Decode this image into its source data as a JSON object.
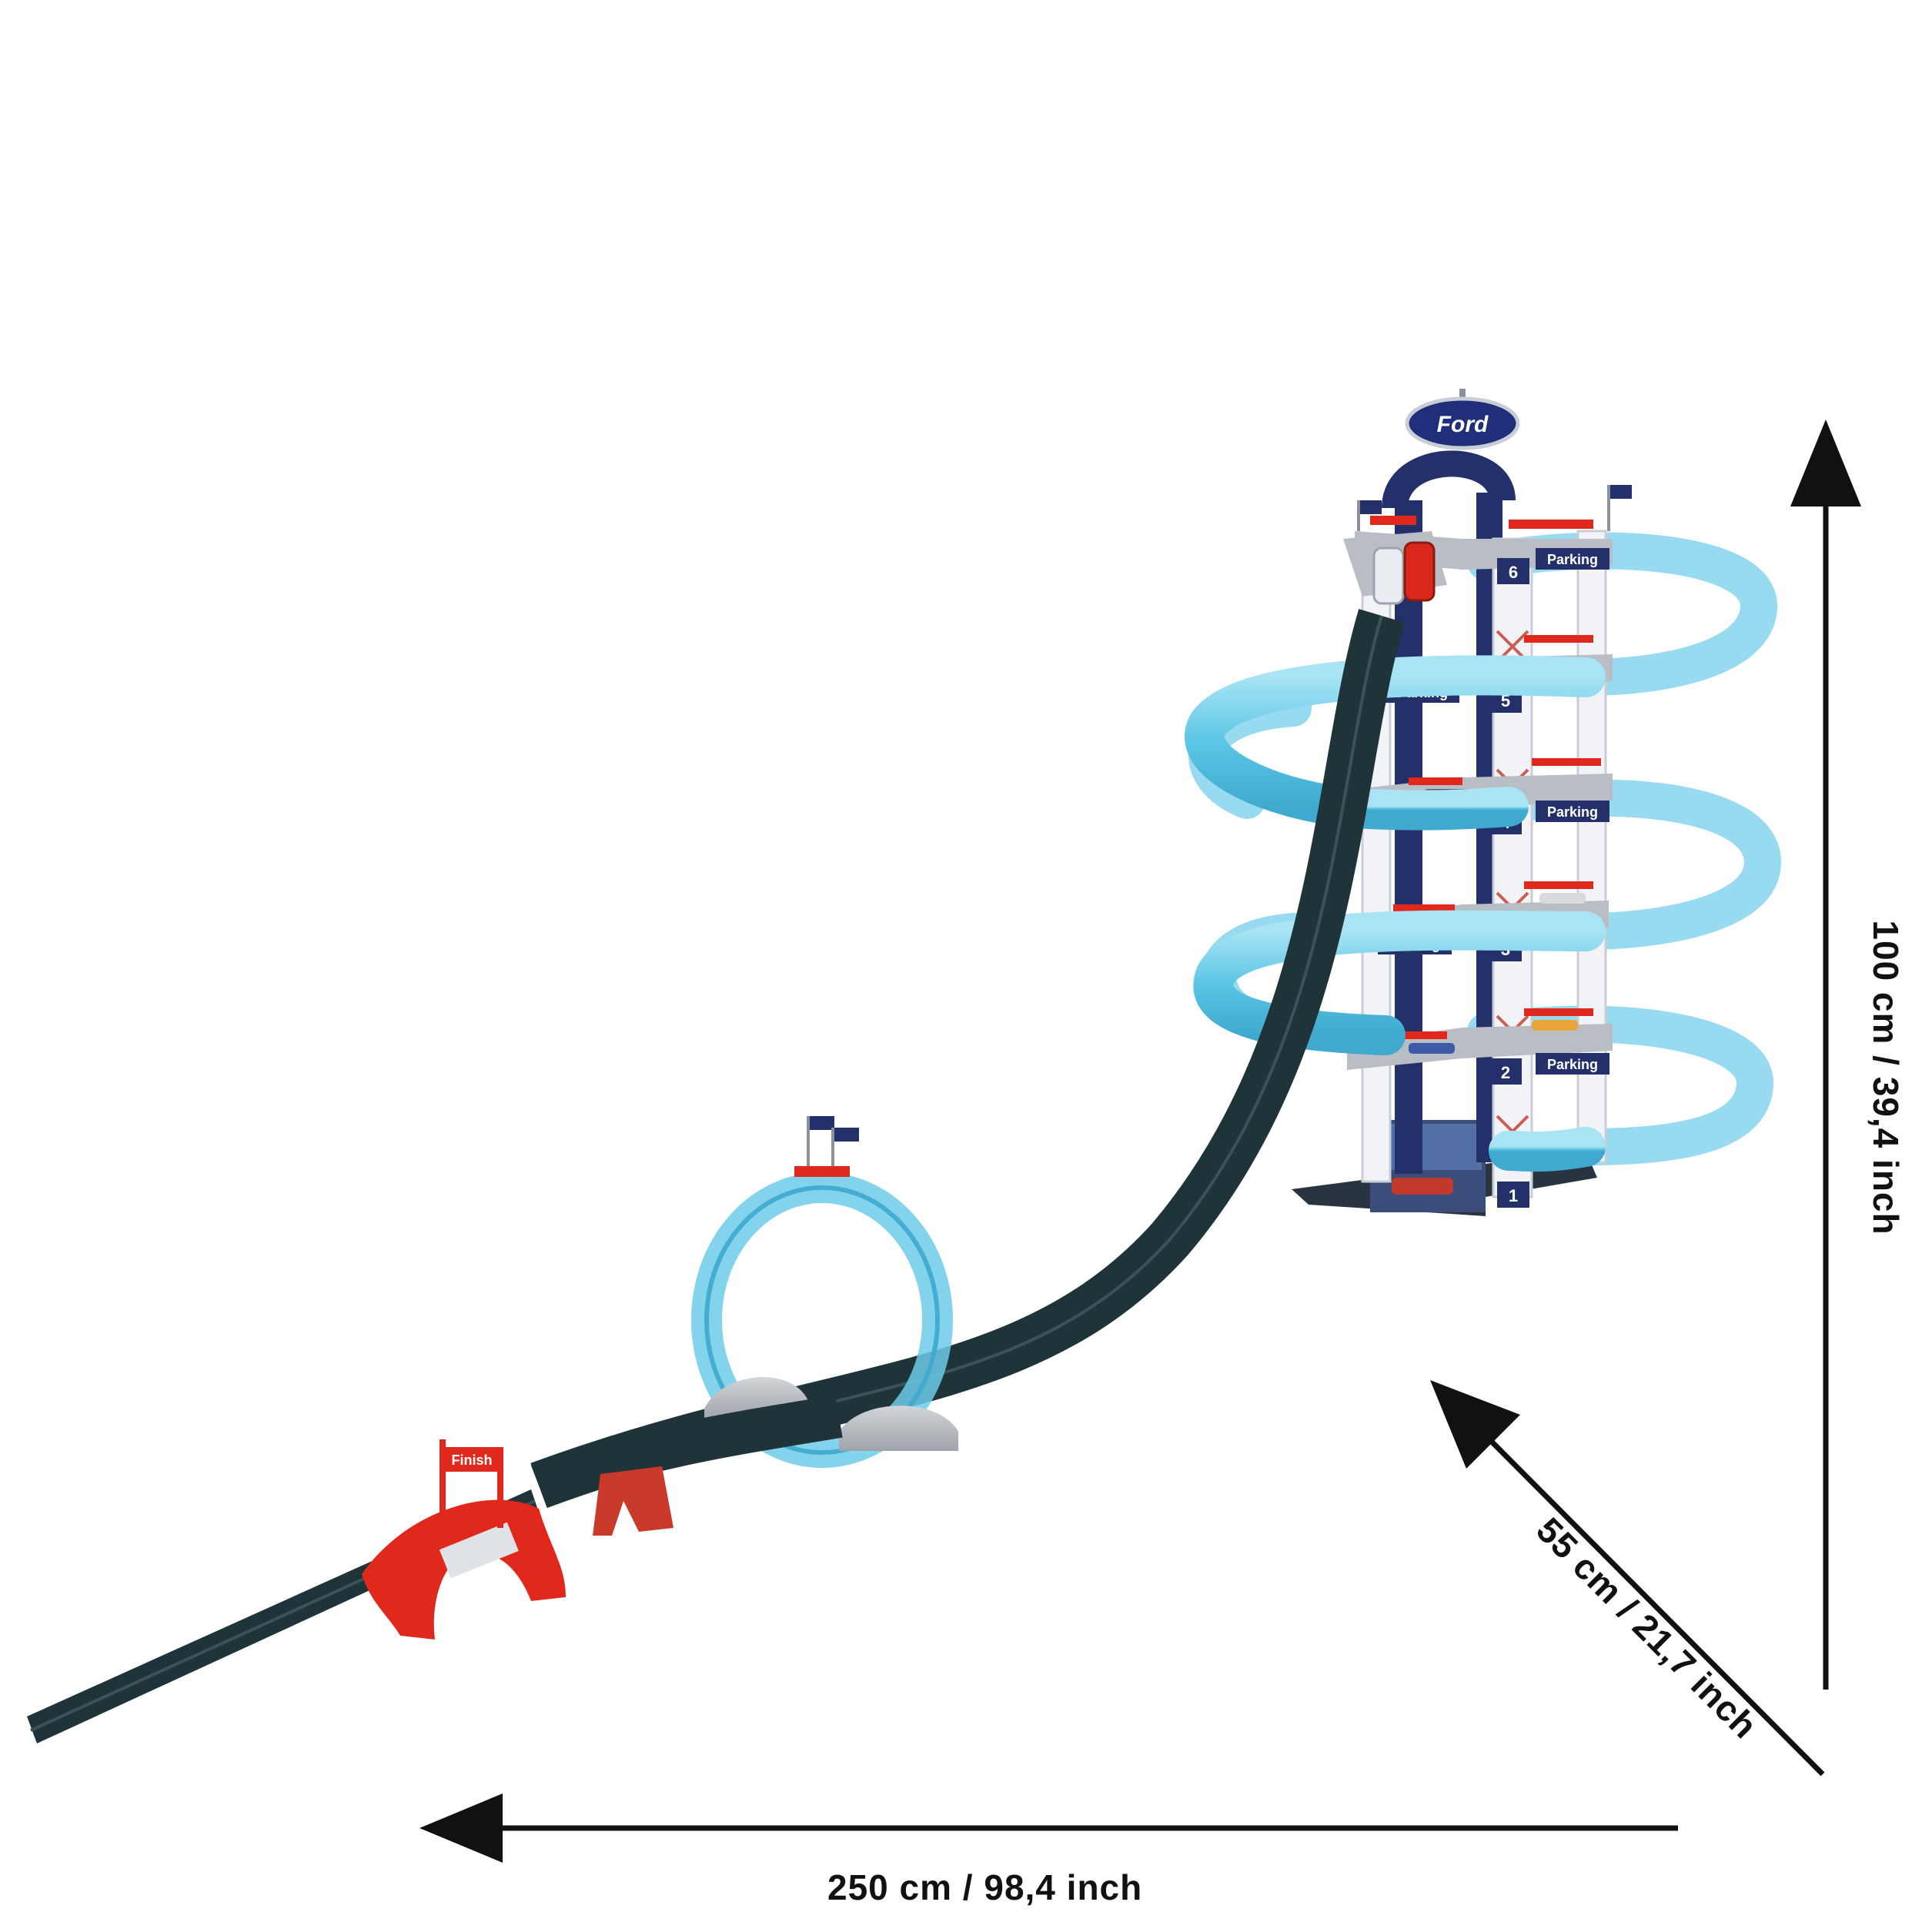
{
  "dimensions": {
    "width": "250 cm / 98,4 inch",
    "height": "100 cm / 39,4 inch",
    "depth": "55 cm / 21,7 inch"
  },
  "signage": {
    "logo": "Ford",
    "parking": "Parking",
    "finish": "Finish",
    "levels": [
      "1",
      "2",
      "3",
      "4",
      "5",
      "6"
    ]
  },
  "colors": {
    "track_dark": "#1f3438",
    "track_blue": "#5cc6e6",
    "track_red": "#e0281c",
    "tower_white": "#f1f3f7",
    "tower_navy": "#23306a",
    "base_gray": "#a9adb3"
  }
}
